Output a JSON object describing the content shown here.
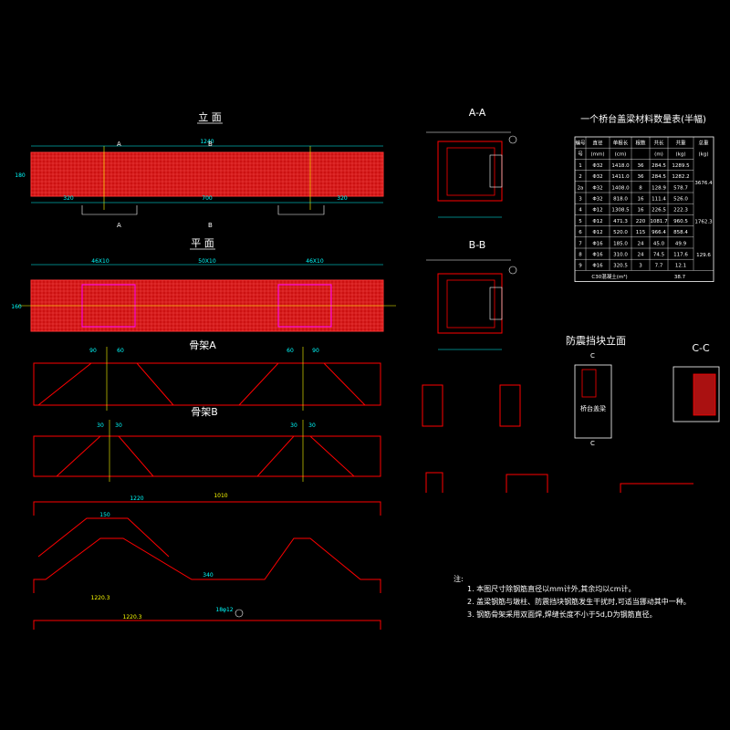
{
  "views": {
    "elevation_title": "立 面",
    "plan_title": "平 面",
    "rebar_a_title": "骨架A",
    "rebar_b_title": "骨架B",
    "section_aa_title": "A-A",
    "section_bb_title": "B-B",
    "block_elev_title": "防震挡块立面",
    "section_cc_title": "C-C"
  },
  "section_marks": {
    "a": "A",
    "b": "B",
    "c": "C"
  },
  "elevation_dims": {
    "total": "1240",
    "middle": "700",
    "left": "320",
    "right": "320",
    "height": "180"
  },
  "plan_dims": {
    "left_spacing": "46X10",
    "mid_spacing": "50X10",
    "right_spacing": "46X10",
    "width": "160"
  },
  "rebar_a_dims": {
    "d1": "90",
    "d2": "60",
    "d3": "60",
    "d4": "90"
  },
  "rebar_b_dims": {
    "d1": "30",
    "d2": "30",
    "d3": "30",
    "d4": "30"
  },
  "bent_bar": {
    "top_len": "1220",
    "bend_len": "150",
    "mid_len": "340",
    "bottom_len": "1220.3",
    "bar1": "1010"
  },
  "straight_bar": {
    "len": "1220.3",
    "callout": "18φ12"
  },
  "table": {
    "title": "一个桥台盖梁材料数量表(半幅)",
    "headers": [
      "编号",
      "直径",
      "单根长",
      "根数",
      "共长",
      "共重",
      "总重"
    ],
    "units": [
      "号",
      "(mm)",
      "(cm)",
      "",
      "(m)",
      "(kg)",
      "(kg)"
    ],
    "rows": [
      [
        "1",
        "Φ32",
        "1418.0",
        "36",
        "284.5",
        "1289.5"
      ],
      [
        "2",
        "Φ32",
        "1411.0",
        "36",
        "284.5",
        "1282.2"
      ],
      [
        "2a",
        "Φ32",
        "1408.0",
        "8",
        "128.9",
        "578.7"
      ],
      [
        "3",
        "Φ32",
        "818.0",
        "16",
        "111.4",
        "526.0"
      ],
      [
        "4",
        "Φ12",
        "1308.5",
        "16",
        "226.5",
        "222.3"
      ],
      [
        "5",
        "Φ12",
        "471.3",
        "220",
        "1081.7",
        "960.5"
      ],
      [
        "6",
        "Φ12",
        "520.0",
        "115",
        "966.4",
        "858.4"
      ],
      [
        "7",
        "Φ16",
        "185.0",
        "24",
        "45.0",
        "49.9"
      ],
      [
        "8",
        "Φ16",
        "310.0",
        "24",
        "74.5",
        "117.6"
      ],
      [
        "9",
        "Φ16",
        "320.5",
        "3",
        "7.7",
        "12.1"
      ]
    ],
    "group_totals": [
      "3676.4",
      "1762.3",
      "129.6"
    ],
    "concrete_label": "C30混凝土(m³)",
    "concrete_value": "38.7"
  },
  "notes": {
    "heading": "注:",
    "items": [
      "1. 本图尺寸除钢筋直径以mm计外,其余均以cm计。",
      "2. 盖梁钢筋与墩柱、防震挡块钢筋发生干扰时,可适当挪动其中一种。",
      "3. 钢筋骨架采用双面焊,焊缝长度不小于5d,D为钢筋直径。"
    ]
  },
  "block_label": "桥台盖梁",
  "colors": {
    "red": "#ff0000",
    "yellow": "#ffff00",
    "cyan": "#00ffff",
    "white": "#ffffff",
    "magenta": "#ff00ff",
    "green": "#00ff00"
  }
}
